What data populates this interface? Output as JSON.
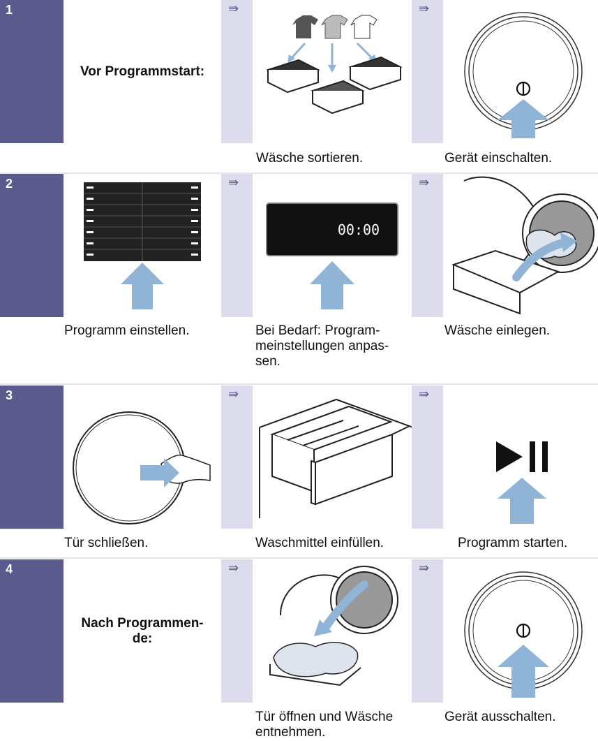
{
  "steps": [
    {
      "number": "1",
      "label": "Vor Programmstart:",
      "captions": [
        "",
        "Wäsche sortieren.",
        "Gerät einschalten."
      ]
    },
    {
      "number": "2",
      "label": "",
      "display_time": "00:00",
      "captions": [
        "Programm einstellen.",
        "Bei Bedarf: Program-",
        "meinstellungen anpas-",
        "sen.",
        "Wäsche einlegen."
      ]
    },
    {
      "number": "3",
      "label": "",
      "captions": [
        "Tür schließen.",
        "Waschmittel einfüllen.",
        "Programm starten."
      ]
    },
    {
      "number": "4",
      "label_line1": "Nach Programmen-",
      "label_line2": "de:",
      "captions": [
        "",
        "Tür öffnen und Wäsche",
        "entnehmen.",
        "Gerät ausschalten."
      ]
    }
  ],
  "arrow_glyph": "⇛",
  "colors": {
    "number_cell": "#5a5a8c",
    "arrow_column": "#dcdcec",
    "accent_arrow": "#8fb4d6"
  }
}
